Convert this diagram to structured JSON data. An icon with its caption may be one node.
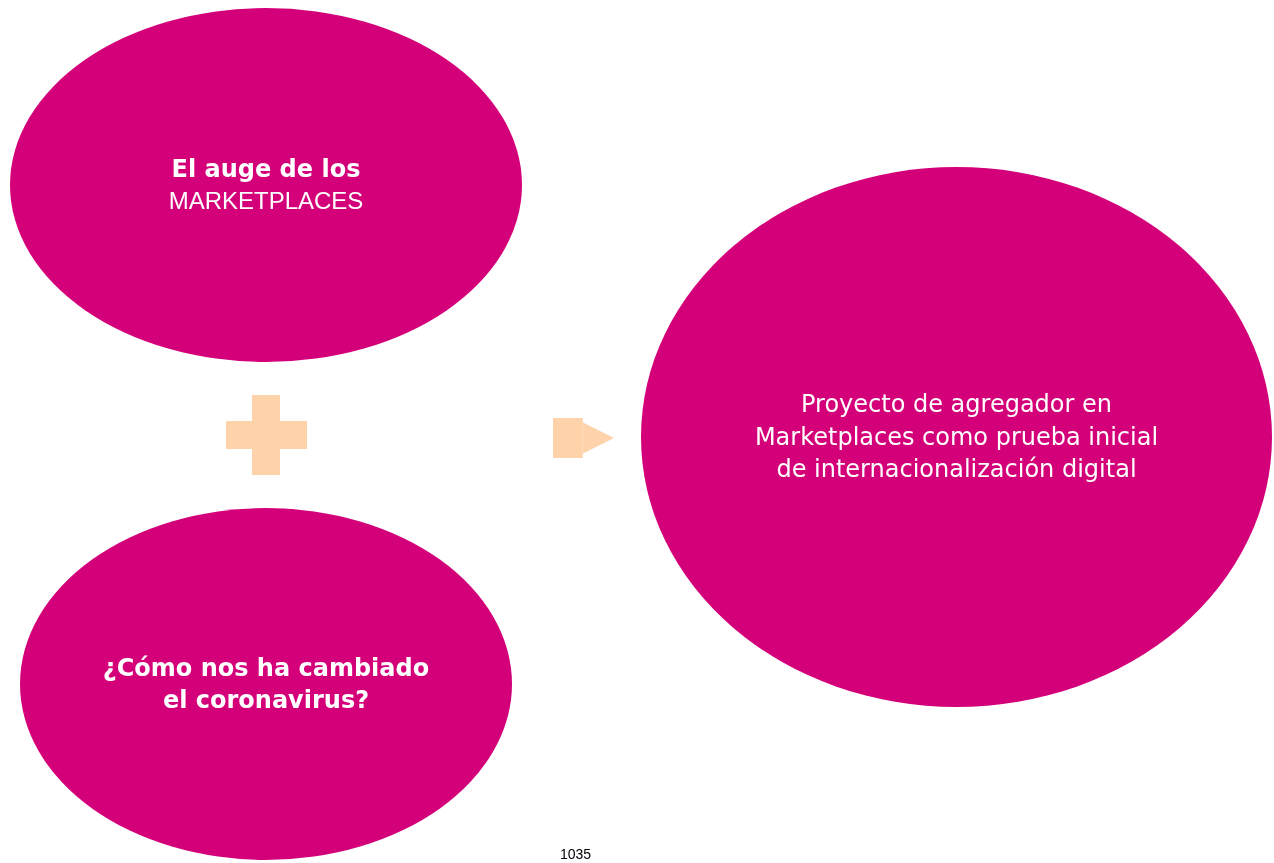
{
  "diagram": {
    "nodes": [
      {
        "text": [
          "El auge de los",
          "MARKETPLACES"
        ]
      },
      {
        "text": [
          "¿Cómo nos ha cambiado el coronavirus?"
        ]
      },
      {
        "text": [
          "Proyecto de agregador en Marketplaces como prueba inicial de internacionalización digital"
        ]
      }
    ],
    "edges": [
      {
        "from": null,
        "to": 2,
        "arrow": "to"
      }
    ],
    "labels": [
      "1035"
    ]
  }
}
